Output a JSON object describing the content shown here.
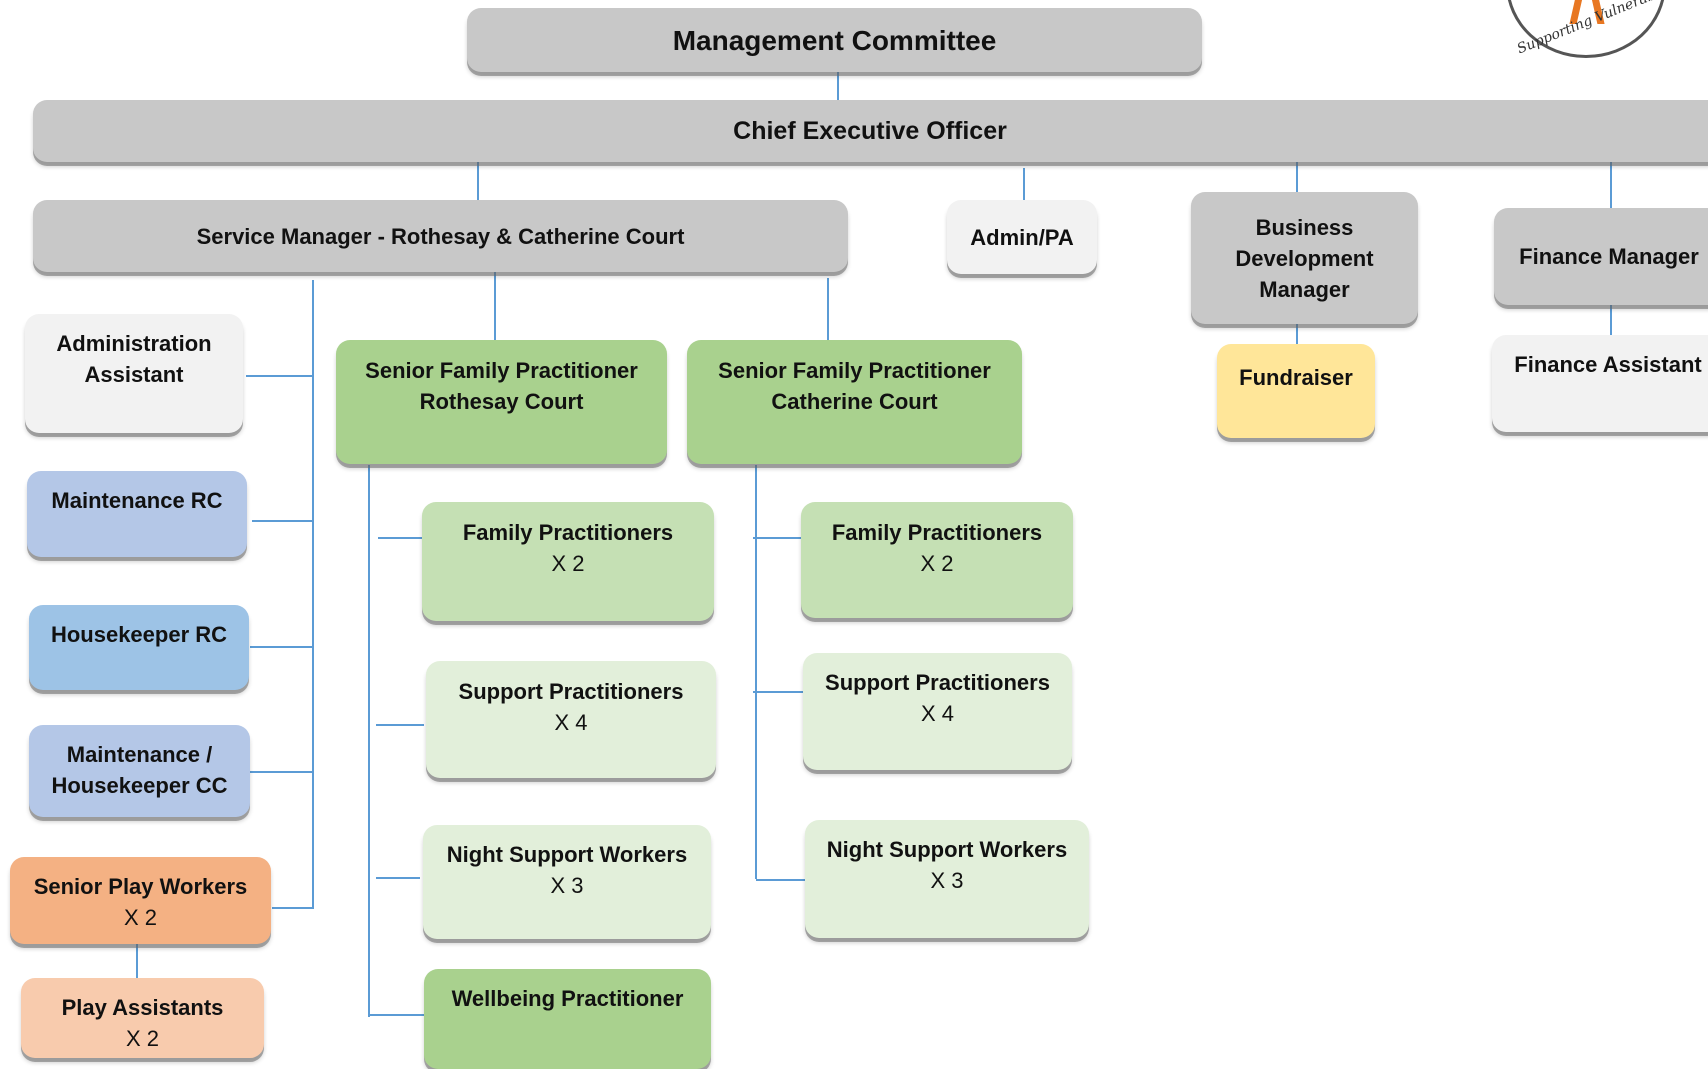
{
  "logo": {
    "text": "Supporting Vulnerable People"
  },
  "nodes": {
    "management_committee": "Management Committee",
    "ceo": "Chief Executive Officer",
    "service_manager": "Service Manager - Rothesay & Catherine Court",
    "admin_pa": "Admin/PA",
    "business_dev_manager": "Business Development Manager",
    "finance_manager": "Finance Manager",
    "fundraiser": "Fundraiser",
    "finance_assistant": "Finance Assistant",
    "administration_assistant": "Administration Assistant",
    "maintenance_rc": "Maintenance RC",
    "housekeeper_rc": "Housekeeper RC",
    "maintenance_housekeeper_cc": "Maintenance / Housekeeper CC",
    "senior_play_workers": {
      "title": "Senior Play Workers",
      "count": "X 2"
    },
    "play_assistants": {
      "title": "Play Assistants",
      "count": "X 2"
    },
    "sfp_rothesay": {
      "title": "Senior Family Practitioner",
      "location": "Rothesay Court"
    },
    "sfp_catherine": {
      "title": "Senior Family Practitioner",
      "location": "Catherine Court"
    },
    "family_practitioners_r": {
      "title": "Family Practitioners",
      "count": "X 2"
    },
    "support_practitioners_r": {
      "title": "Support Practitioners",
      "count": "X 4"
    },
    "night_support_r": {
      "title": "Night Support Workers",
      "count": "X 3"
    },
    "wellbeing_practitioner": "Wellbeing Practitioner",
    "family_practitioners_c": {
      "title": "Family Practitioners",
      "count": "X 2"
    },
    "support_practitioners_c": {
      "title": "Support Practitioners",
      "count": "X 4"
    },
    "night_support_c": {
      "title": "Night Support Workers",
      "count": "X 3"
    }
  },
  "colors": {
    "grey": "#c8c8c8",
    "light": "#f2f2f2",
    "senior_green": "#a9d18e",
    "family_green": "#c5e0b4",
    "support_green": "#e2efda",
    "maintenance_blue": "#b4c7e7",
    "housekeeper_blue": "#9dc3e6",
    "senior_play_orange": "#f4b183",
    "play_assistant_peach": "#f8cbad",
    "fundraiser_yellow": "#ffe699",
    "connector": "#5b9bd5"
  }
}
